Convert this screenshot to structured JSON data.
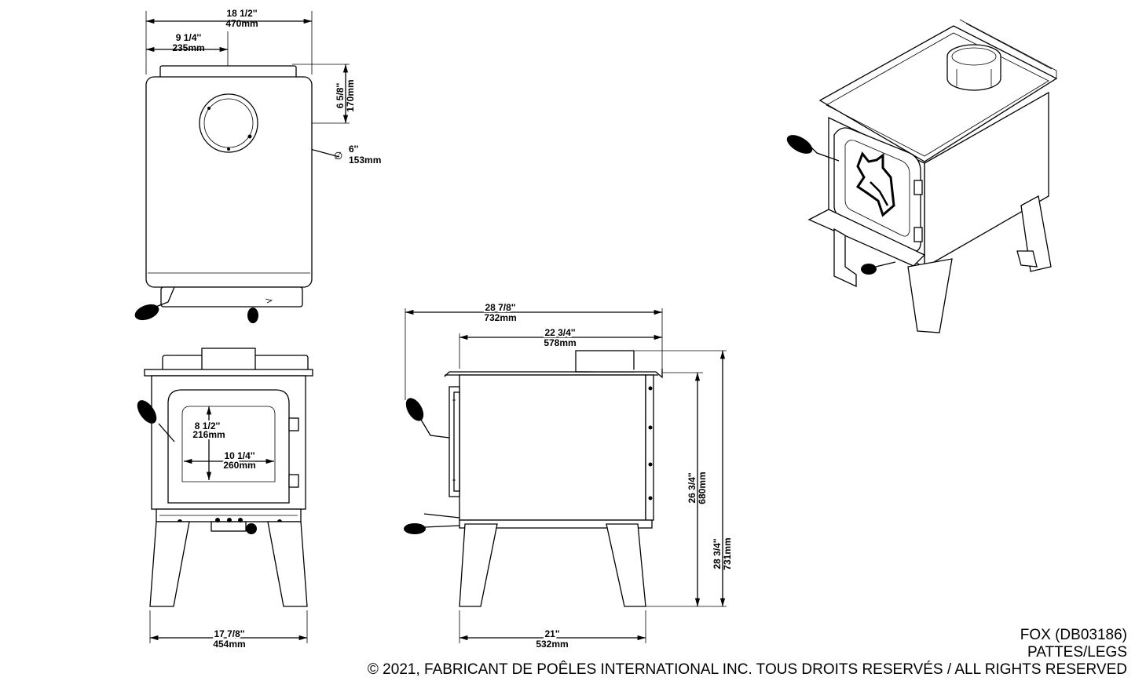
{
  "top_view": {
    "width_in": "18  1/2''",
    "width_mm": "470mm",
    "offset_in": "9  1/4''",
    "offset_mm": "235mm",
    "depth_in": "6  5/8''",
    "depth_mm": "170mm",
    "flue_symbol": "∅",
    "flue_in": "6''",
    "flue_mm": "153mm"
  },
  "front_view": {
    "door_h_in": "8  1/2''",
    "door_h_mm": "216mm",
    "door_w_in": "10  1/4''",
    "door_w_mm": "260mm",
    "base_w_in": "17  7/8''",
    "base_w_mm": "454mm"
  },
  "side_view": {
    "overall_depth_in": "28  7/8''",
    "overall_depth_mm": "732mm",
    "body_depth_in": "22  3/4''",
    "body_depth_mm": "578mm",
    "flue_h_in": "26  3/4''",
    "flue_h_mm": "680mm",
    "overall_h_in": "28  3/4''",
    "overall_h_mm": "731mm",
    "legs_w_in": "21''",
    "legs_w_mm": "532mm"
  },
  "footer": {
    "model": "FOX (DB03186)",
    "subtitle": "PATTES/LEGS",
    "copyright": "© 2021, FABRICANT DE POÊLES INTERNATIONAL INC. TOUS DROITS RESERVÉS / ALL RIGHTS RESERVED"
  }
}
